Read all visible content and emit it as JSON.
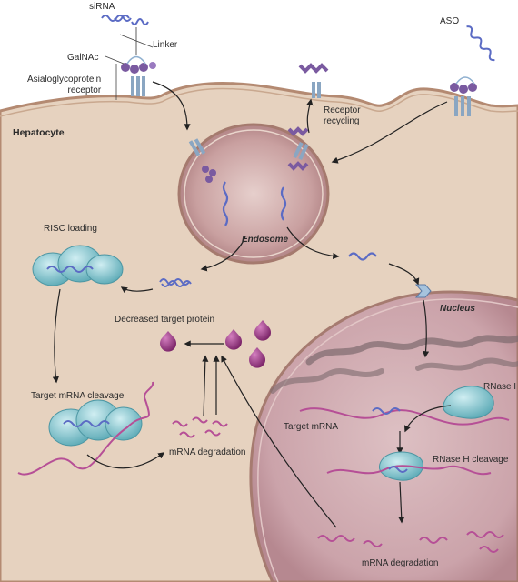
{
  "labels": {
    "sirna": "siRNA",
    "linker": "Linker",
    "galnac": "GalNAc",
    "receptor": "Asialoglycoprotein\nreceptor",
    "aso": "ASO",
    "receptor_recycling": "Receptor\nrecycling",
    "hepatocyte": "Hepatocyte",
    "endosome": "Endosome",
    "risc_loading": "RISC loading",
    "decreased_protein": "Decreased target protein",
    "nucleus": "Nucleus",
    "rnase_h": "RNase H",
    "target_mrna_cleavage": "Target mRNA cleavage",
    "target_mrna": "Target mRNA",
    "rnase_h_cleavage": "RNase H cleavage",
    "mrna_degradation_1": "mRNA degradation",
    "mrna_degradation_2": "mRNA degradation"
  },
  "colors": {
    "cell_fill": "#e8d6c5",
    "membrane": "#b78f7a",
    "endosome_fill": "#c9a0a0",
    "nucleus_fill": "#d3b0b6",
    "rna_blue": "#5b6bc4",
    "rna_pink": "#b64f96",
    "protein_teal": "#7ec5cf",
    "target_protein": "#9c3e86"
  }
}
